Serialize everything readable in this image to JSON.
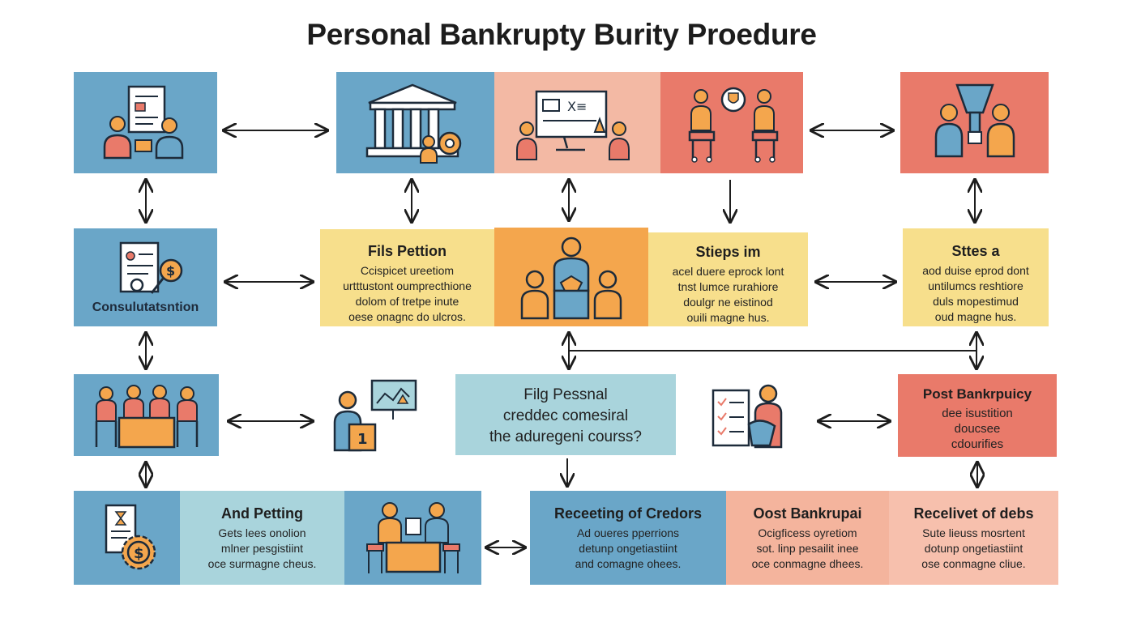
{
  "title": "Personal Bankrupty Burity Proedure",
  "boxes": {
    "consultation_label": "Consulutatsntion",
    "file_petition": {
      "heading": "Fils Pettion",
      "lines": [
        "Ccispicet ureetiom",
        "urtttustont oumprecthione",
        "dolom of tretpe inute",
        "oese onagnc do ulcros."
      ]
    },
    "steps_in": {
      "heading": "Stieps im",
      "lines": [
        "acel duere eprock lont",
        "tnst lumce rurahiore",
        "doulgr ne eistinod",
        "ouili magne hus."
      ]
    },
    "sites_a": {
      "heading": "Sttes a",
      "lines": [
        "aod duise eprod dont",
        "untilumcs reshtiore",
        "duls mopestimud",
        "oud magne hus."
      ]
    },
    "filing_personal": {
      "lines": [
        "Filg Pessnal",
        "creddec comesiral",
        "the aduregeni courss?"
      ]
    },
    "post_bankruptcy": {
      "heading": "Post Bankrpuicy",
      "lines": [
        "dee isustition",
        "doucsee",
        "cdourifies"
      ]
    },
    "and_petting": {
      "heading": "And Petting",
      "lines": [
        "Gets lees onolion",
        "mlner pesgistiint",
        "oce surmagne cheus."
      ]
    },
    "receiving_creditors": {
      "heading": "Receeting of Credors",
      "lines": [
        "Ad oueres pperrions",
        "detunp ongetiastiint",
        "and comagne ohees."
      ]
    },
    "post_bankrupai": {
      "heading": "Oost Bankrupai",
      "lines": [
        "Ocigficess oyretiom",
        "sot. linp pesailit inee",
        "oce conmagne dhees."
      ]
    },
    "receive_debts": {
      "heading": "Recelivet of debs",
      "lines": [
        "Sute lieuss mosrtent",
        "dotunp ongetiastiint",
        "ose conmagne cliue."
      ]
    }
  },
  "icons": [
    "consultants-with-document-icon",
    "courthouse-with-gear-icon",
    "presentation-monitor-people-icon",
    "meeting-with-trophy-icon",
    "trophy-handover-icon",
    "document-with-coin-magnifier-icon",
    "group-with-leader-icon",
    "team-at-table-icon",
    "person-with-chart-icon",
    "checklist-person-icon",
    "document-with-coin-gear-icon",
    "two-people-at-desk-icon"
  ],
  "colors": {
    "blue": "#6aa6c8",
    "pink": "#f3b9a4",
    "coral": "#e97a6a",
    "yellow": "#f7df8c",
    "orange": "#f4a64d",
    "teal": "#a9d4dc",
    "salmon": "#f4b49d"
  }
}
